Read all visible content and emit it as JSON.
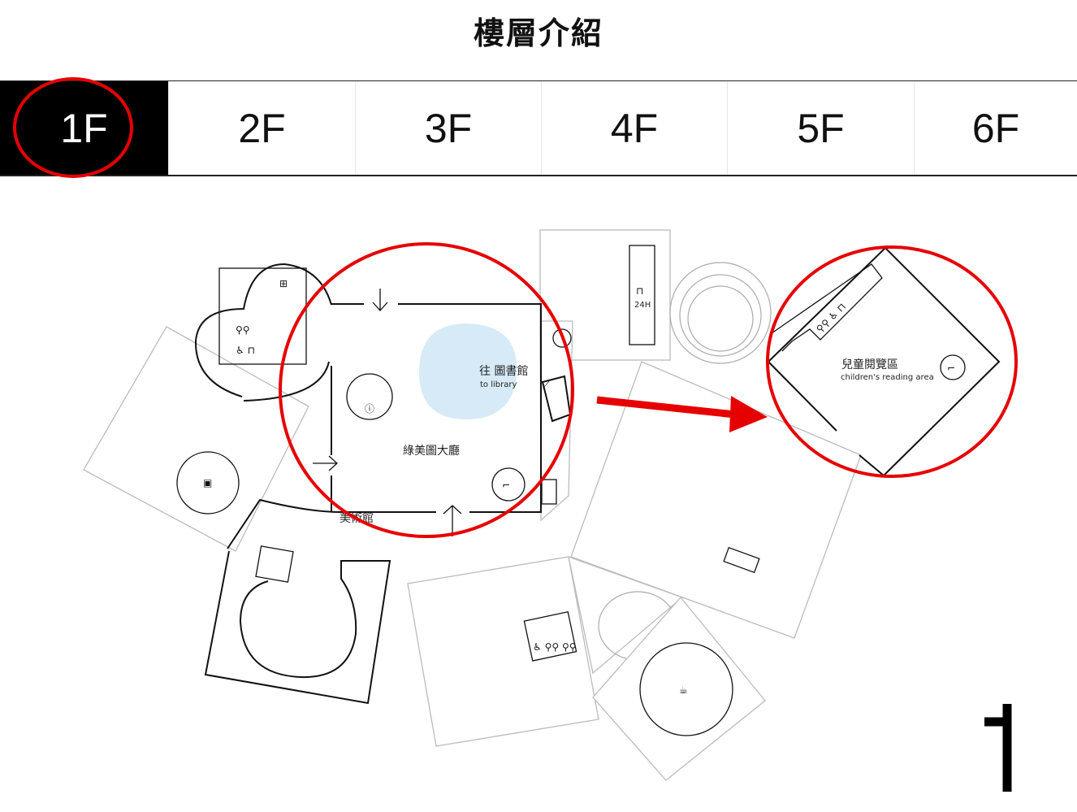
{
  "header": {
    "title": "樓層介紹"
  },
  "floor_tabs": [
    {
      "label": "1F",
      "active": true
    },
    {
      "label": "2F",
      "active": false
    },
    {
      "label": "3F",
      "active": false
    },
    {
      "label": "4F",
      "active": false
    },
    {
      "label": "5F",
      "active": false
    },
    {
      "label": "6F",
      "active": false
    }
  ],
  "map": {
    "library_label": "往 圖書館",
    "library_sublabel": "to library",
    "hall_label": "綠美圖大廳",
    "museum_label": "美術館",
    "kids_label": "兒童閱覽區",
    "kids_sublabel": "children's reading area",
    "locker_label": "24H",
    "compass_glyph": "ꜜ"
  },
  "annotations": {
    "highlight_color": "#e60000",
    "library_area_color": "#d6eaf8"
  }
}
